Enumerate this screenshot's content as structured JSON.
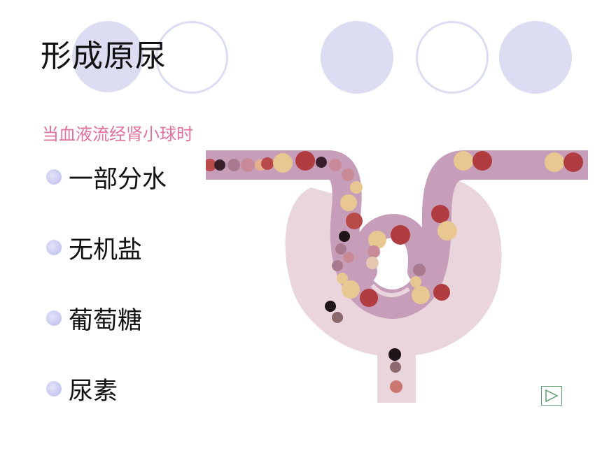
{
  "slide": {
    "title": "形成原尿",
    "subtitle": "当血液流经肾小球时",
    "bullets": [
      {
        "label": "一部分水"
      },
      {
        "label": "无机盐"
      },
      {
        "label": "葡萄糖"
      },
      {
        "label": "尿素"
      }
    ]
  },
  "colors": {
    "decor_circle": "#dcdcf2",
    "subtitle": "#e0709a",
    "capsule": "#ead5dc",
    "vessel": "#c79eba",
    "bullet": "#c5c5f0"
  },
  "icons": {
    "bullet": "circle-bullet-icon",
    "next": "play-triangle-icon"
  }
}
